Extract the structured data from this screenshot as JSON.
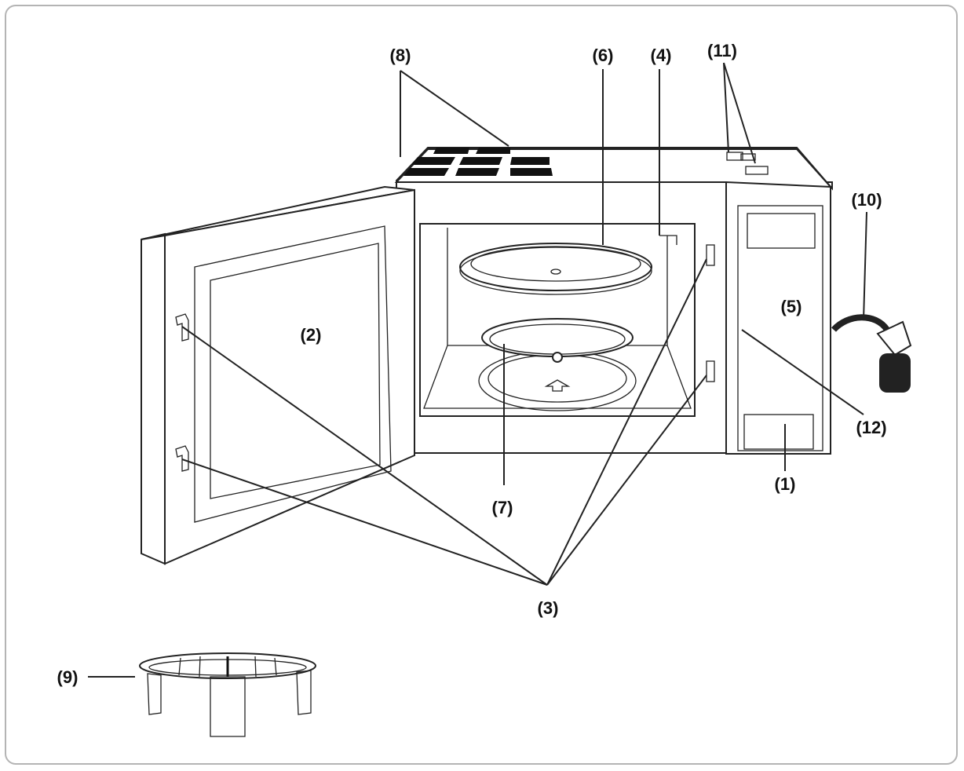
{
  "diagram": {
    "labels": {
      "l1": "(1)",
      "l2": "(2)",
      "l3": "(3)",
      "l4": "(4)",
      "l5": "(5)",
      "l6": "(6)",
      "l7": "(7)",
      "l8": "(8)",
      "l9": "(9)",
      "l10": "(10)",
      "l11": "(11)",
      "l12": "(12)"
    },
    "colors": {
      "line": "#222222",
      "frame": "#b4b4b4",
      "vent": "#111111",
      "background": "#ffffff"
    }
  }
}
